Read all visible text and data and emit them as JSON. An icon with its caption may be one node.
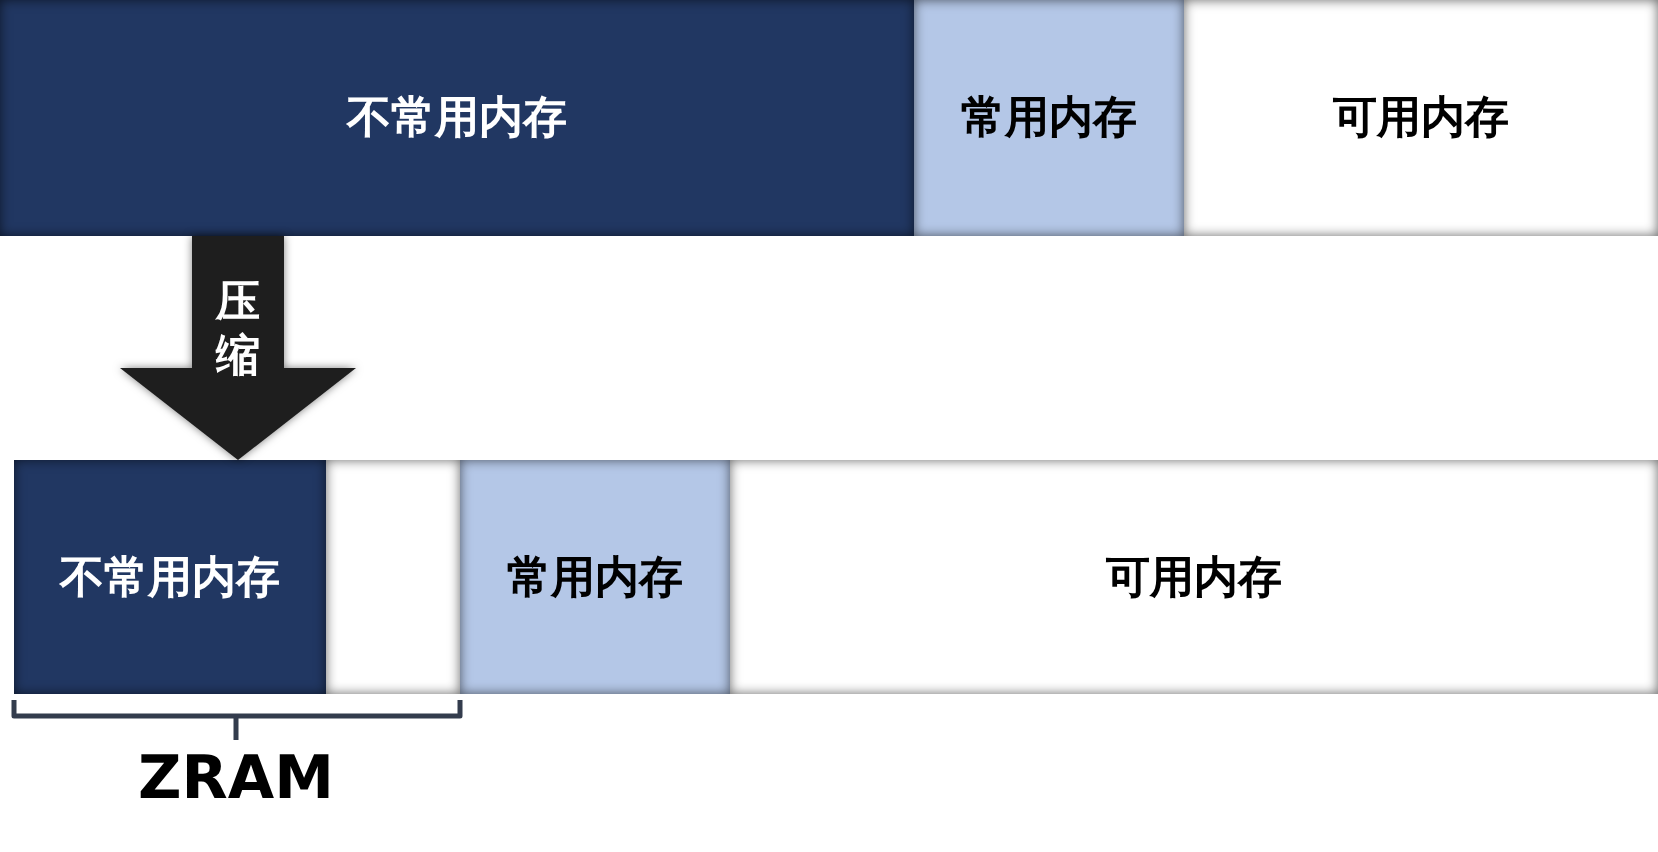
{
  "diagram": {
    "nodes": [
      {
        "text": [
          "不常用内存"
        ]
      },
      {
        "text": [
          "常用内存"
        ]
      },
      {
        "text": [
          "可用内存"
        ]
      },
      {
        "text": [
          "不常用内存"
        ]
      },
      {
        "text": [],
        "shape": "box"
      },
      {
        "text": [
          "常用内存"
        ]
      },
      {
        "text": [
          "可用内存"
        ]
      }
    ],
    "edges": [
      {
        "from": 0,
        "to": 3,
        "arrow": "to",
        "label": "压缩"
      }
    ],
    "labels": [
      "ZRAM"
    ]
  }
}
